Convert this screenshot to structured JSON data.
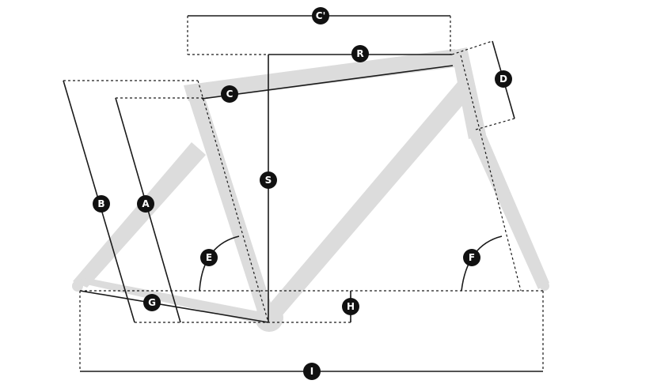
{
  "frame_color": "#dcdcdc",
  "line_color": "#1a1a1a",
  "labels": {
    "A": "A",
    "B": "B",
    "C": "C",
    "C_prime": "C'",
    "D": "D",
    "E": "E",
    "F": "F",
    "G": "G",
    "H": "H",
    "I": "I",
    "R": "R",
    "S": "S"
  }
}
